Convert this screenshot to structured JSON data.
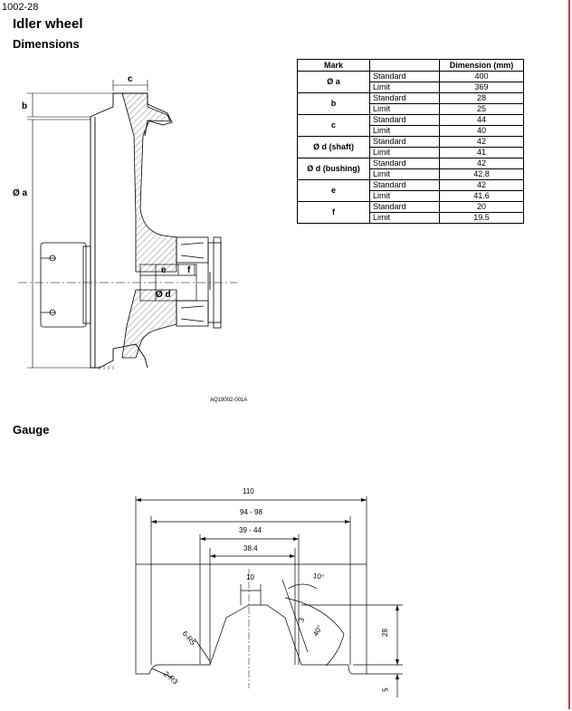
{
  "header": {
    "page_number": "1002-28",
    "title": "Idler wheel",
    "section_dimensions": "Dimensions",
    "section_gauge": "Gauge",
    "figure_ref": "AQ19002-001A"
  },
  "table": {
    "col_mark": "Mark",
    "col_dimension": "Dimension (mm)",
    "rows": [
      {
        "mark": "Ø a",
        "standard_label": "Standard",
        "standard": "400",
        "limit_label": "Limit",
        "limit": "369"
      },
      {
        "mark": "b",
        "standard_label": "Standard",
        "standard": "28",
        "limit_label": "Limit",
        "limit": "25"
      },
      {
        "mark": "c",
        "standard_label": "Standard",
        "standard": "44",
        "limit_label": "Limit",
        "limit": "40"
      },
      {
        "mark": "Ø d (shaft)",
        "standard_label": "Standard",
        "standard": "42",
        "limit_label": "Limit",
        "limit": "41"
      },
      {
        "mark": "Ø d (bushing)",
        "standard_label": "Standard",
        "standard": "42",
        "limit_label": "Limit",
        "limit": "42.8"
      },
      {
        "mark": "e",
        "standard_label": "Standard",
        "standard": "42",
        "limit_label": "Limit",
        "limit": "41.6"
      },
      {
        "mark": "f",
        "standard_label": "Standard",
        "standard": "20",
        "limit_label": "Limit",
        "limit": "19.5"
      }
    ]
  },
  "drawing_labels": {
    "a": "Ø a",
    "b": "b",
    "c": "c",
    "d": "Ø d",
    "e": "e",
    "f": "f"
  },
  "gauge": {
    "d110": "110",
    "d94": "94 - 98",
    "d39": "39 - 44",
    "d38": "38.4",
    "d10": "10",
    "a10": "10°",
    "d3": "3",
    "a40": "40°",
    "r5": "6-R5",
    "r3": "2-R3",
    "d28": "28",
    "d5": "5"
  }
}
